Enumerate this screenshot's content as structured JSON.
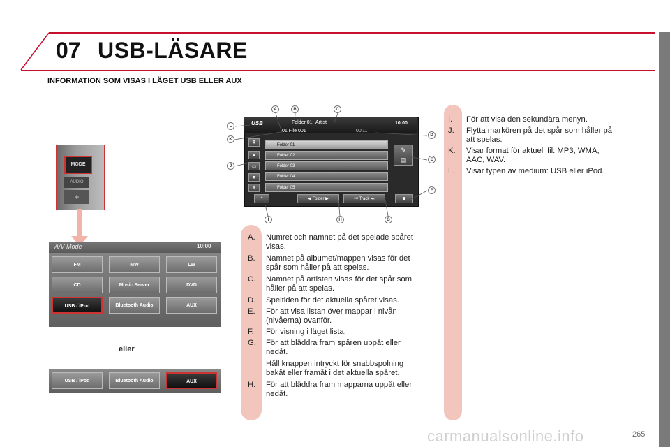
{
  "header": {
    "chapter": "07",
    "title": "USB-LÄSARE",
    "accent_color": "#c8102e"
  },
  "subtitle": "INFORMATION SOM VISAS I LÄGET USB ELLER AUX",
  "mode_panel": {
    "mode_label": "MODE",
    "audio_label": "AUDIO",
    "plus_label": "+"
  },
  "av_screen": {
    "title": "A/V Mode",
    "clock": "10:00",
    "buttons": [
      "FM",
      "MW",
      "LW",
      "CD",
      "Music Server",
      "DVD",
      "USB / iPod",
      "Bluetooth Audio",
      "AUX"
    ],
    "selected": "USB / iPod"
  },
  "eller": "eller",
  "av_bar": {
    "buttons": [
      "USB / iPod",
      "Bluetooth Audio",
      "AUX"
    ],
    "selected": "AUX"
  },
  "usb_screen": {
    "source": "USB",
    "folder": "Folder 01",
    "artist": "Artist",
    "file": "01 File 001",
    "time": "00'11",
    "clock": "10:00",
    "folders": [
      "Folder 01",
      "Folder 02",
      "Folder 03",
      "Folder 04",
      "Folder 05"
    ],
    "bottom_folder": "Folder",
    "bottom_track": "Track"
  },
  "callouts": [
    "A",
    "B",
    "C",
    "D",
    "E",
    "F",
    "G",
    "H",
    "I",
    "J",
    "K",
    "L"
  ],
  "items_left": [
    {
      "letter": "A.",
      "text": "Numret och namnet på det spelade spåret\nvisas."
    },
    {
      "letter": "B.",
      "text": "Namnet på albumet/mappen visas för det\nspår som håller på att spelas."
    },
    {
      "letter": "C.",
      "text": "Namnet på artisten visas för det spår som\nhåller på att spelas."
    },
    {
      "letter": "D.",
      "text": "Speltiden för det aktuella spåret visas."
    },
    {
      "letter": "E.",
      "text": "För att visa listan över mappar i nivån\n(nivåerna) ovanför."
    },
    {
      "letter": "F.",
      "text": "För visning i läget lista."
    },
    {
      "letter": "G.",
      "text": "För att bläddra fram spåren uppåt eller\nnedåt."
    },
    {
      "letter": "",
      "text": "Håll knappen intryckt för snabbspolning\nbakåt eller framåt i det aktuella spåret."
    },
    {
      "letter": "H.",
      "text": "För att bläddra fram mapparna uppåt eller\nnedåt."
    }
  ],
  "items_right": [
    {
      "letter": "I.",
      "text": "För att visa den sekundära menyn."
    },
    {
      "letter": "J.",
      "text": "Flytta markören på det spår som håller på\natt spelas."
    },
    {
      "letter": "K.",
      "text": "Visar format för aktuell fil: MP3, WMA,\nAAC, WAV."
    },
    {
      "letter": "L.",
      "text": "Visar typen av medium: USB eller iPod."
    }
  ],
  "page_number": "265",
  "watermark": "carmanualsonline.info"
}
